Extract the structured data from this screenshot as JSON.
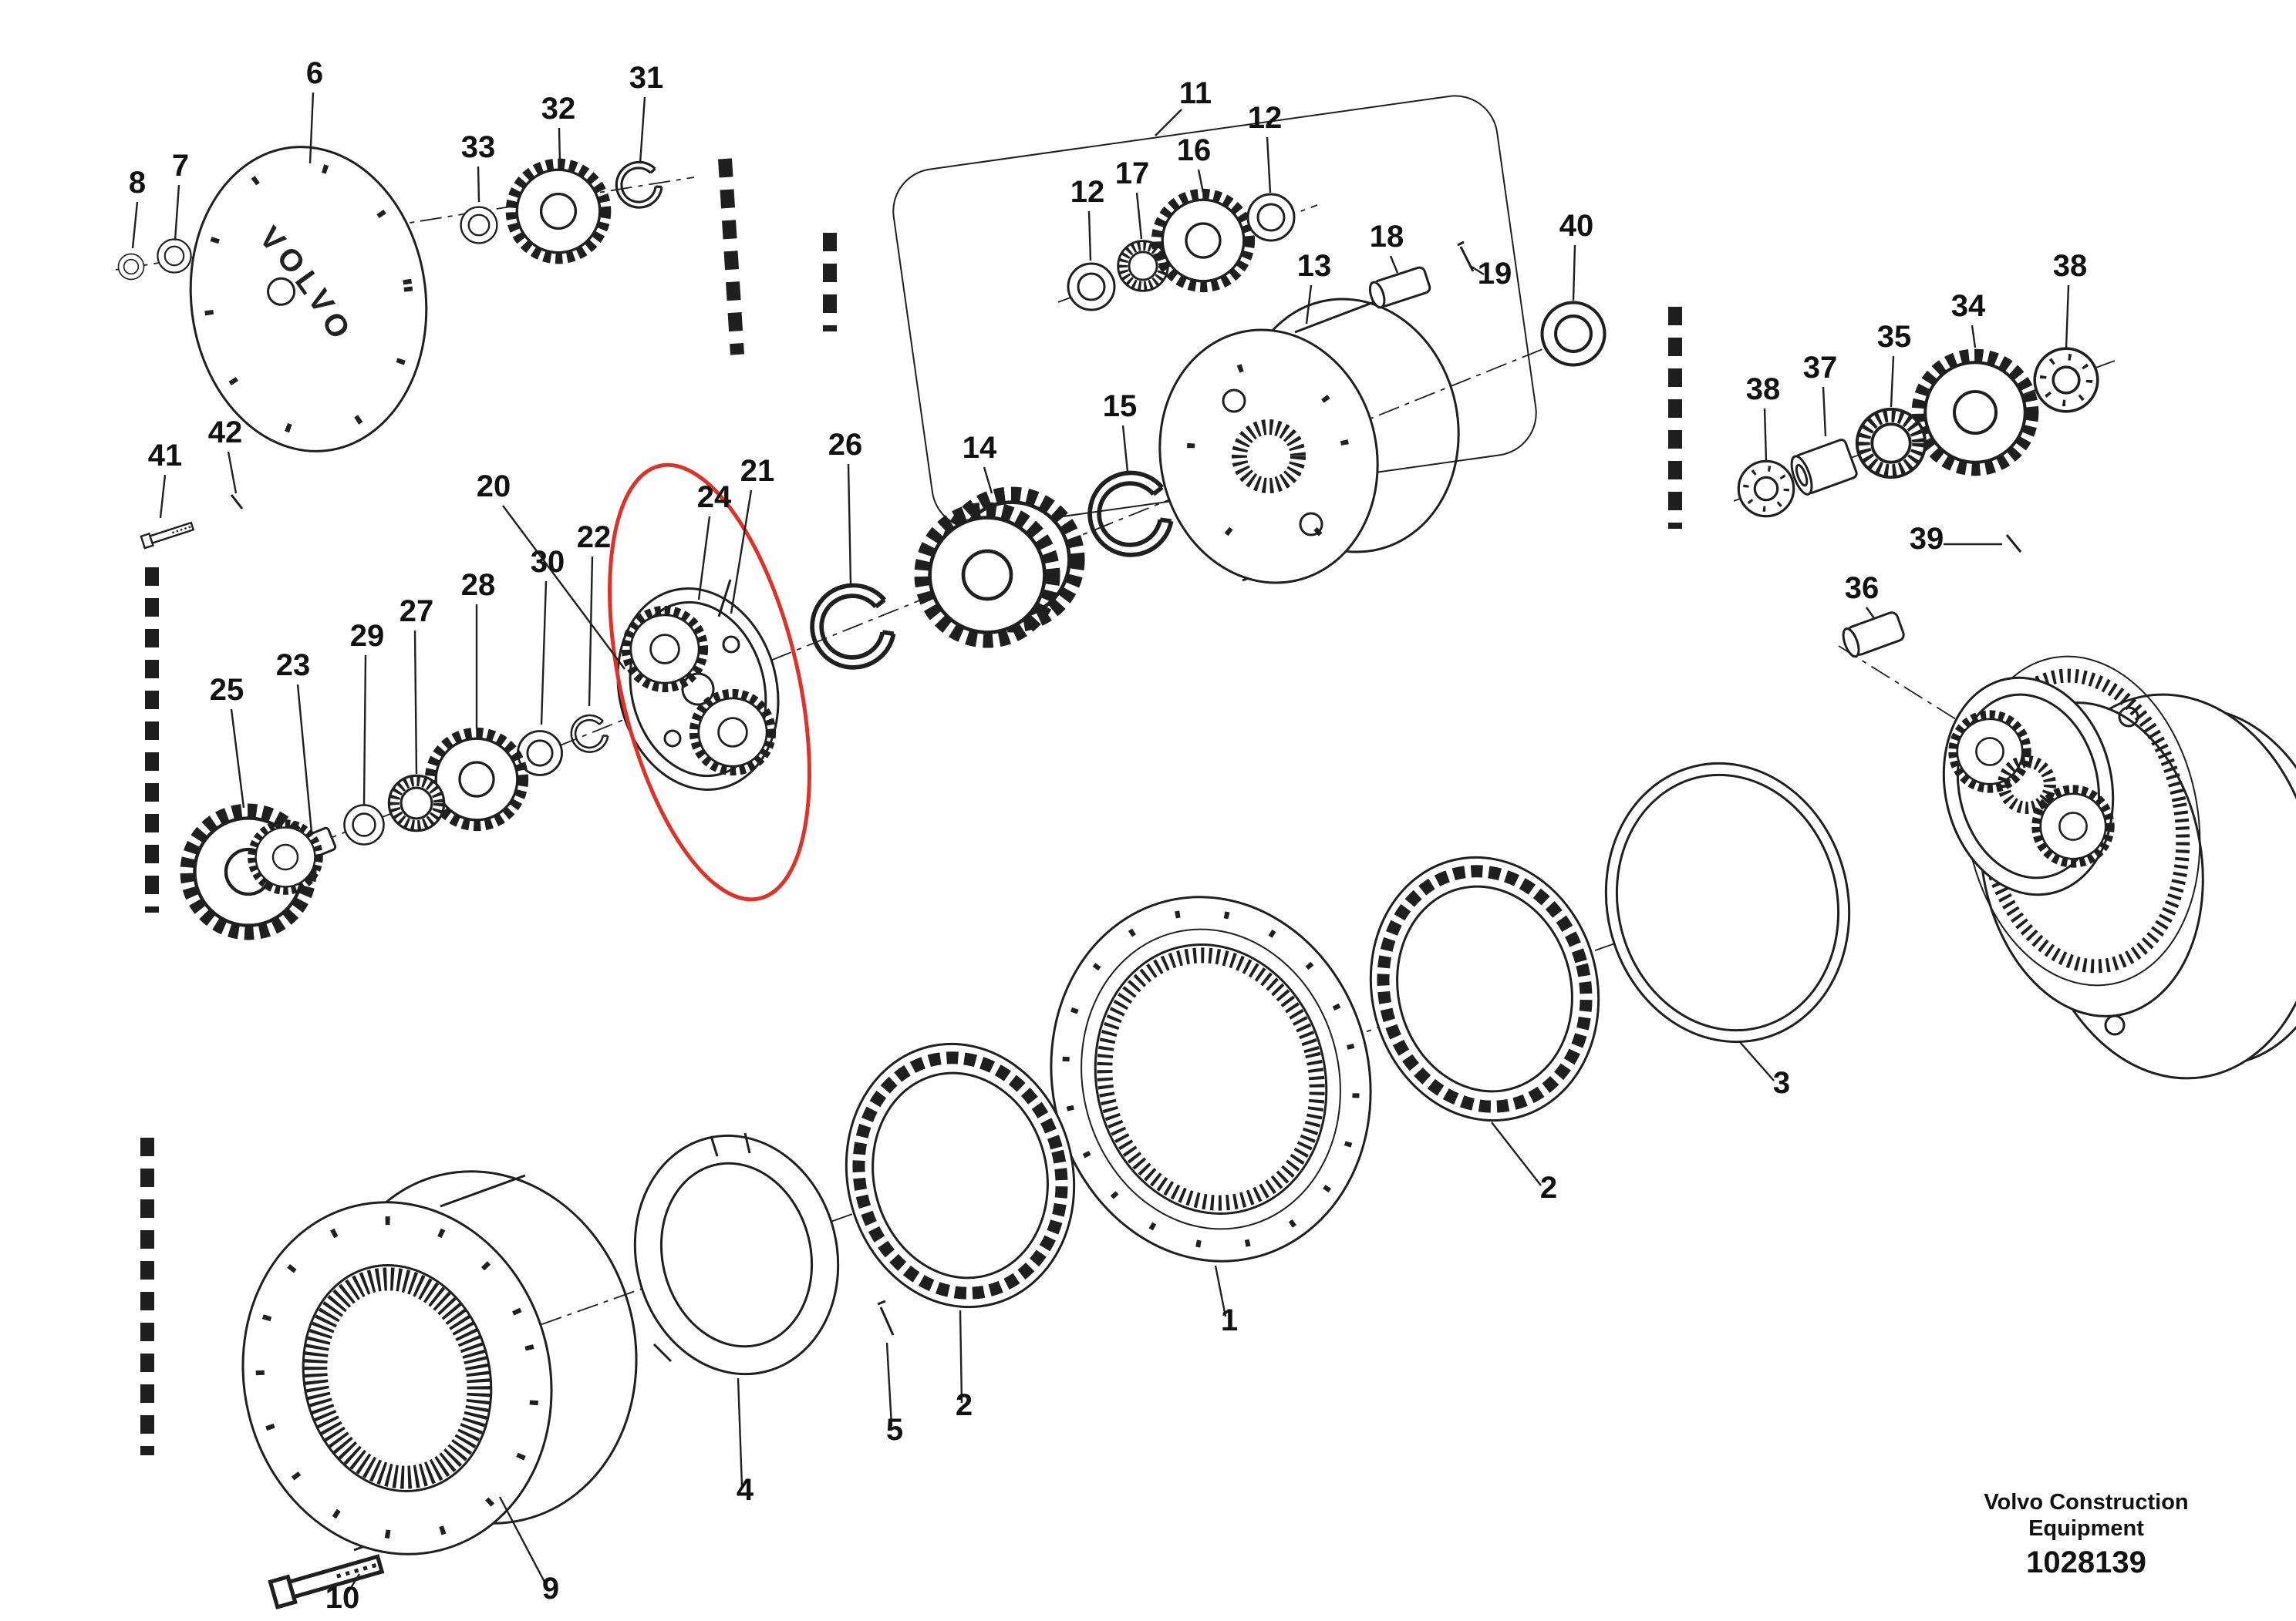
{
  "colors": {
    "line": "#1f1f1f",
    "highlight": "#e03127",
    "background": "#ffffff"
  },
  "brand": {
    "cover_text": "VOLVO"
  },
  "footer": {
    "line1": "Volvo Construction",
    "line2": "Equipment",
    "doc_number": "1028139"
  },
  "highlight": {
    "circled_part": "24"
  },
  "callouts": [
    {
      "label": "8"
    },
    {
      "label": "7"
    },
    {
      "label": "6"
    },
    {
      "label": "33"
    },
    {
      "label": "32"
    },
    {
      "label": "31"
    },
    {
      "label": "41"
    },
    {
      "label": "42"
    },
    {
      "label": "20"
    },
    {
      "label": "24"
    },
    {
      "label": "21"
    },
    {
      "label": "22"
    },
    {
      "label": "30"
    },
    {
      "label": "28"
    },
    {
      "label": "27"
    },
    {
      "label": "29"
    },
    {
      "label": "23"
    },
    {
      "label": "25"
    },
    {
      "label": "26"
    },
    {
      "label": "14"
    },
    {
      "label": "15"
    },
    {
      "label": "13"
    },
    {
      "label": "12"
    },
    {
      "label": "17"
    },
    {
      "label": "16"
    },
    {
      "label": "12"
    },
    {
      "label": "11"
    },
    {
      "label": "18"
    },
    {
      "label": "19"
    },
    {
      "label": "40"
    },
    {
      "label": "38"
    },
    {
      "label": "37"
    },
    {
      "label": "35"
    },
    {
      "label": "34"
    },
    {
      "label": "38"
    },
    {
      "label": "39"
    },
    {
      "label": "36"
    },
    {
      "label": "3"
    },
    {
      "label": "2"
    },
    {
      "label": "1"
    },
    {
      "label": "2"
    },
    {
      "label": "5"
    },
    {
      "label": "4"
    },
    {
      "label": "9"
    },
    {
      "label": "10"
    }
  ]
}
